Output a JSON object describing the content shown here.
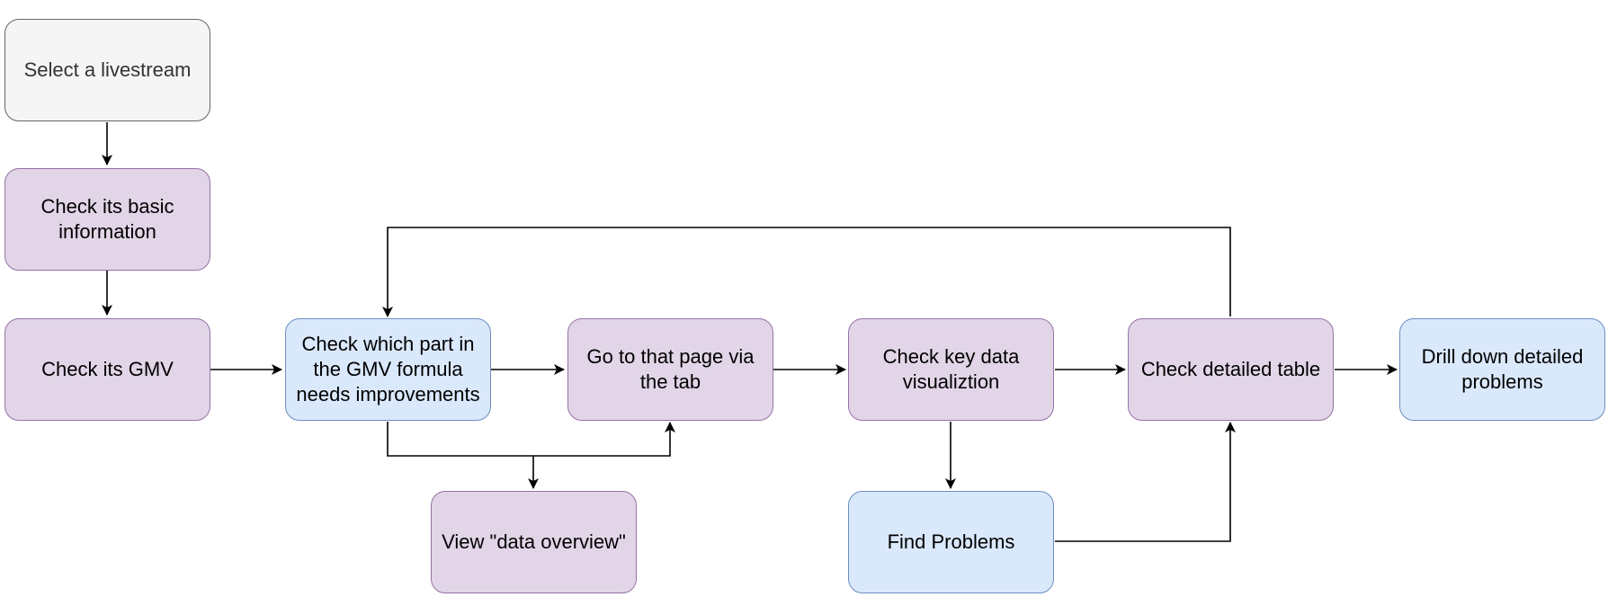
{
  "colors": {
    "purple_fill": "#e1d5e7",
    "purple_stroke": "#9673a6",
    "blue_fill": "#dae8fc",
    "blue_stroke": "#6c8ebf",
    "gray_fill": "#f5f5f5",
    "gray_stroke": "#666666",
    "edge": "#000000"
  },
  "nodes": {
    "select_livestream": "Select a livestream",
    "basic_info": "Check its basic information",
    "gmv": "Check its GMV",
    "formula_part": "Check which part in the GMV formula needs improvements",
    "go_to_page": "Go to that page via the tab",
    "data_overview": "View \"data overview\"",
    "key_data_viz": "Check key data visualiztion",
    "find_problems": "Find Problems",
    "detailed_table": "Check detailed table",
    "drill_down": "Drill down detailed problems"
  },
  "edges": [
    {
      "from": "select_livestream",
      "to": "basic_info"
    },
    {
      "from": "basic_info",
      "to": "gmv"
    },
    {
      "from": "gmv",
      "to": "formula_part"
    },
    {
      "from": "formula_part",
      "to": "go_to_page"
    },
    {
      "from": "formula_part",
      "to": "data_overview"
    },
    {
      "from": "formula_part",
      "to": "go_to_page",
      "route": "below"
    },
    {
      "from": "go_to_page",
      "to": "key_data_viz"
    },
    {
      "from": "key_data_viz",
      "to": "detailed_table"
    },
    {
      "from": "key_data_viz",
      "to": "find_problems"
    },
    {
      "from": "find_problems",
      "to": "detailed_table"
    },
    {
      "from": "detailed_table",
      "to": "drill_down"
    },
    {
      "from": "detailed_table",
      "to": "formula_part",
      "route": "above"
    }
  ]
}
